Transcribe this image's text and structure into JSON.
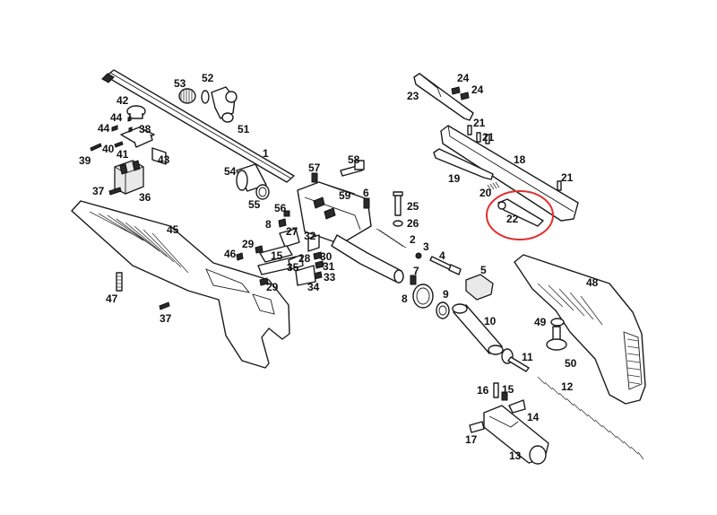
{
  "highlight": {
    "part": "22",
    "color": "#e0302f"
  },
  "parts": [
    "1",
    "2",
    "3",
    "4",
    "5",
    "6",
    "7",
    "8",
    "9",
    "10",
    "11",
    "12",
    "13",
    "14",
    "15",
    "16",
    "17",
    "18",
    "19",
    "20",
    "21",
    "22",
    "23",
    "24",
    "25",
    "26",
    "27",
    "28",
    "29",
    "30",
    "31",
    "32",
    "33",
    "34",
    "35",
    "36",
    "37",
    "38",
    "39",
    "40",
    "41",
    "42",
    "43",
    "44",
    "45",
    "46",
    "47",
    "48",
    "49",
    "50",
    "51",
    "52",
    "53",
    "54",
    "55",
    "56",
    "57",
    "58",
    "59"
  ]
}
